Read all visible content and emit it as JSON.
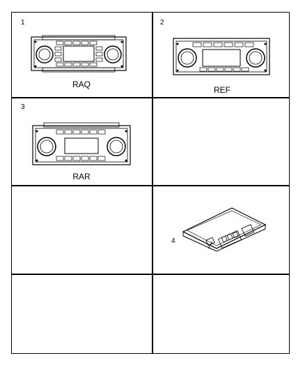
{
  "panels": [
    {
      "number": "1",
      "caption": "RAQ"
    },
    {
      "number": "2",
      "caption": "REF"
    },
    {
      "number": "3",
      "caption": "RAR"
    },
    {
      "number": "",
      "caption": ""
    },
    {
      "number": "",
      "caption": ""
    },
    {
      "number": "4",
      "caption": ""
    },
    {
      "number": "",
      "caption": ""
    },
    {
      "number": "",
      "caption": ""
    }
  ]
}
